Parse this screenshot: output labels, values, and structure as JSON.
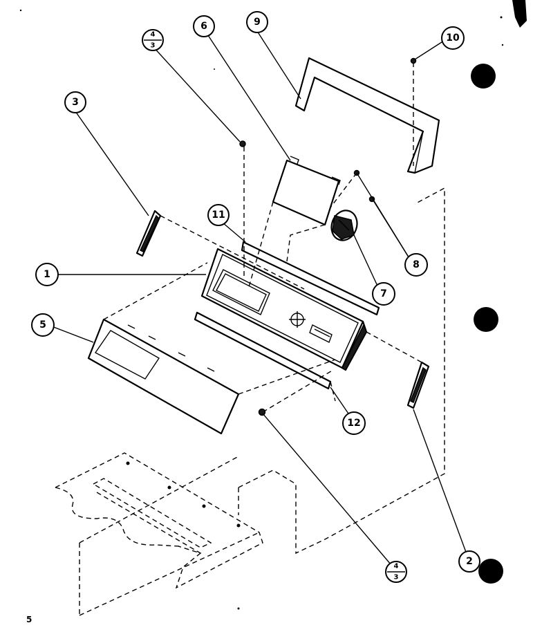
{
  "callouts": {
    "c1": "1",
    "c2": "2",
    "c3": "3",
    "c5": "5",
    "c6": "6",
    "c7": "7",
    "c8": "8",
    "c9": "9",
    "c10": "10",
    "c11": "11",
    "c12": "12",
    "c43_top": {
      "num": "4",
      "den": "3"
    },
    "c43_bottom": {
      "num": "4",
      "den": "3"
    }
  },
  "page_number": "5"
}
